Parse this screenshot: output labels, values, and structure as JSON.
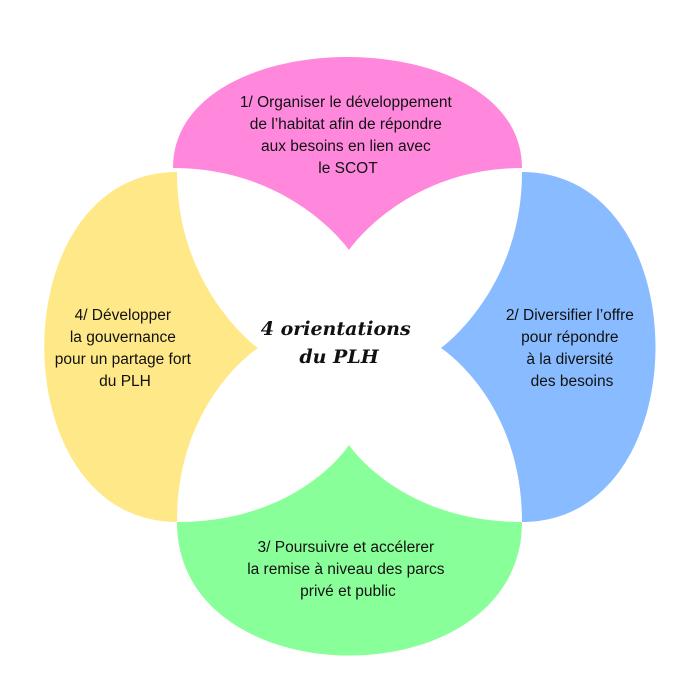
{
  "center": {
    "lines": [
      "4 orientations",
      "du PLH"
    ]
  },
  "orientations": [
    {
      "id": "1",
      "color": "#ff88dd",
      "lines": [
        "1/ Organiser le développement",
        "de l’habitat afin de répondre",
        "aux besoins en lien avec",
        "le SCOT"
      ]
    },
    {
      "id": "2",
      "color": "#88bbff",
      "lines": [
        "2/ Diversifier l’offre",
        "pour répondre",
        "à la diversité",
        "des besoins"
      ]
    },
    {
      "id": "3",
      "color": "#88ff99",
      "lines": [
        "3/ Poursuivre et accélerer",
        "la remise à niveau des parcs",
        "privé et public"
      ]
    },
    {
      "id": "4",
      "color": "#ffe888",
      "lines": [
        "4/ Développer",
        "la gouvernance",
        "pour un partage fort",
        "du PLH"
      ]
    }
  ]
}
